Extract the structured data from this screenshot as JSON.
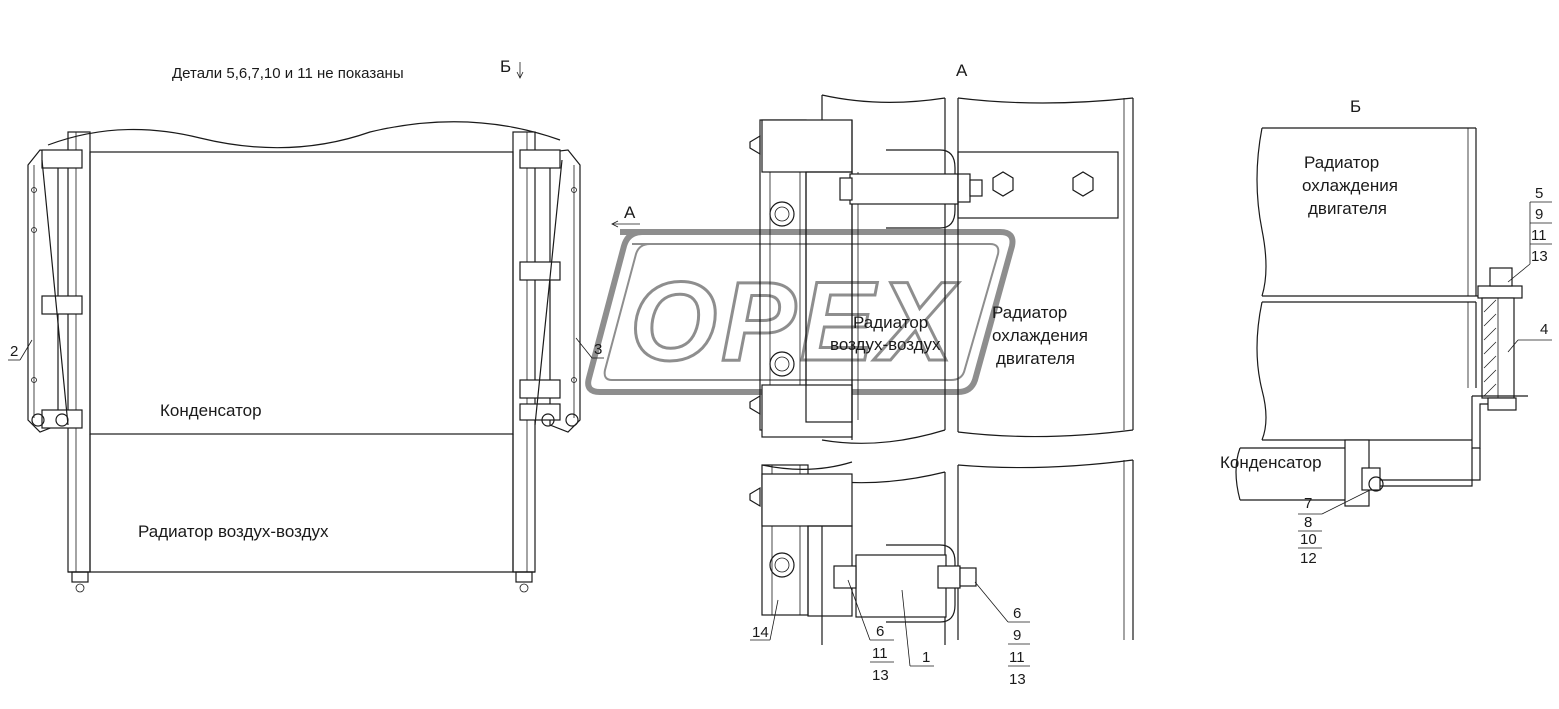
{
  "note": "Детали 5,6,7,10 и 11 не показаны",
  "view_markers": {
    "b_arrow": "Б",
    "a_arrow": "А",
    "view_a_title": "А",
    "view_b_title": "Б"
  },
  "labels": {
    "condenser": "Конденсатор",
    "charge_air_radiator": "Радиатор воздух-воздух",
    "charge_air_line1": "Радиатор",
    "charge_air_line2": "воздух-воздух",
    "engine_radiator_line1": "Радиатор",
    "engine_radiator_line2": "охлаждения",
    "engine_radiator_line3": "двигателя",
    "b_engine_line1": "Радиатор",
    "b_engine_line2": "охлаждения",
    "b_engine_line3": "двигателя",
    "b_condenser": "Конденсатор"
  },
  "callouts": {
    "c2": "2",
    "c3": "3",
    "c14": "14",
    "c1": "1",
    "stack_a_left": [
      "6",
      "11",
      "13"
    ],
    "stack_a_right": [
      "6",
      "9",
      "11",
      "13"
    ],
    "stack_b_top": [
      "5",
      "9",
      "11",
      "13"
    ],
    "c4": "4",
    "stack_b_bottom": [
      "7",
      "8",
      "10",
      "12"
    ]
  },
  "watermark": {
    "text": "OPEX"
  }
}
